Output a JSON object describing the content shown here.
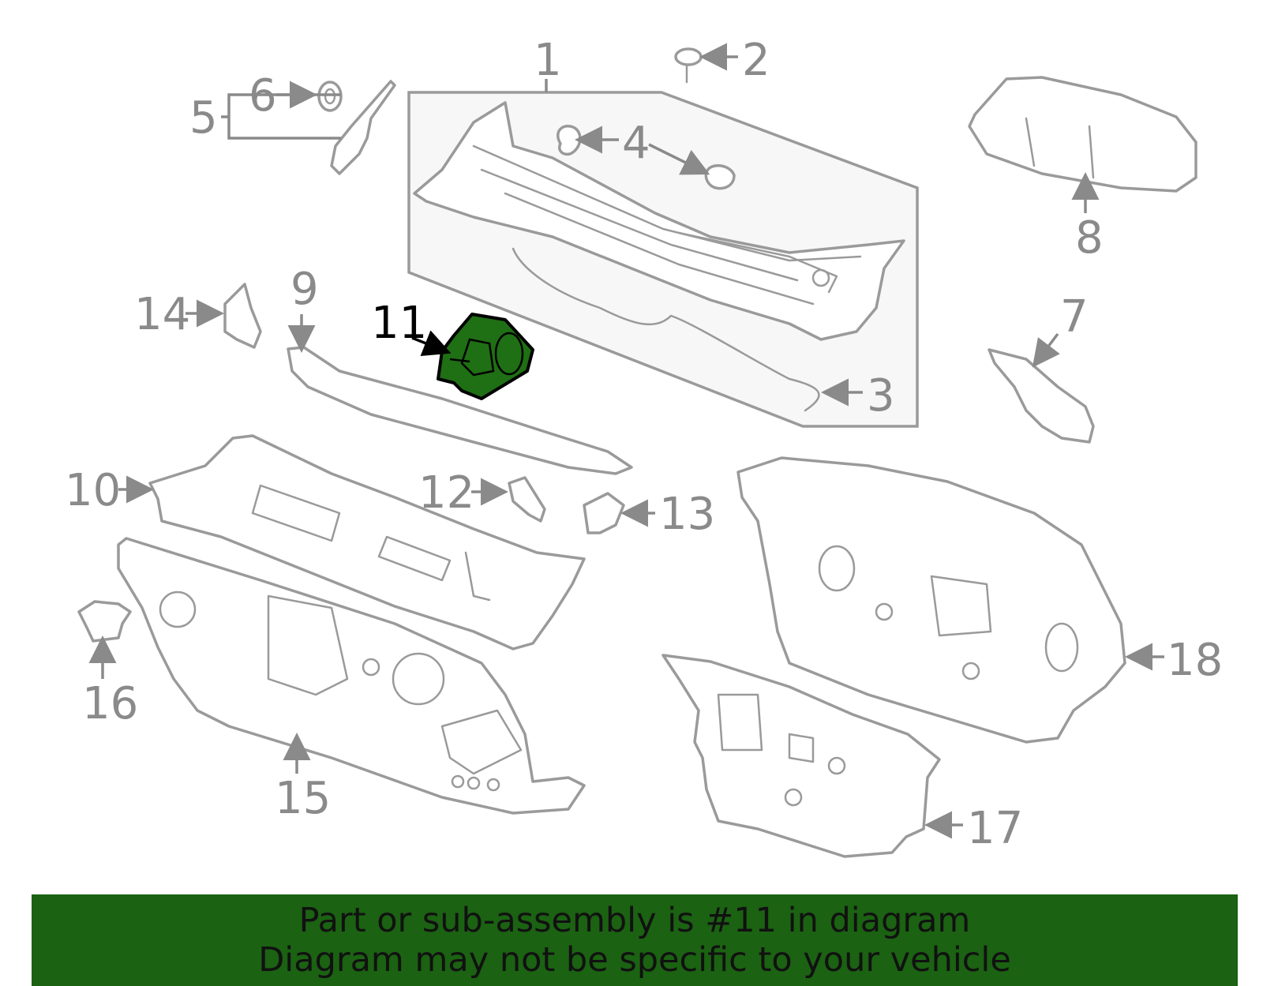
{
  "colors": {
    "highlight_part": "#1f6f14",
    "banner_background": "#1b6212",
    "callout_text": "#8a8a8a",
    "part_outline": "#9a9a9a"
  },
  "callouts": {
    "c1": "1",
    "c2": "2",
    "c3": "3",
    "c4": "4",
    "c5": "5",
    "c6": "6",
    "c7": "7",
    "c8": "8",
    "c9": "9",
    "c10": "10",
    "c11": "11",
    "c12": "12",
    "c13": "13",
    "c14": "14",
    "c15": "15",
    "c16": "16",
    "c17": "17",
    "c18": "18"
  },
  "highlighted_callout": "11",
  "banner": {
    "line1": "Part or sub-assembly is #11 in diagram",
    "line2": "Diagram may not be specific to your vehicle"
  }
}
